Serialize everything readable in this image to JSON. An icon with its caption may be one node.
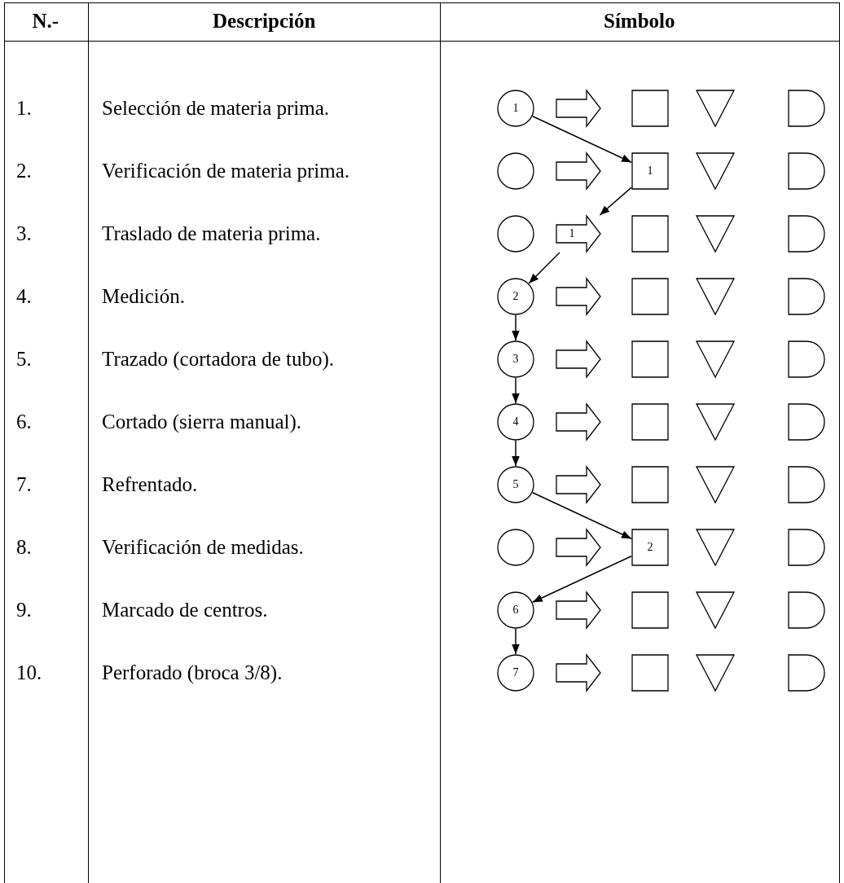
{
  "diagram": {
    "nodes": [
      {
        "text": [
          "1"
        ]
      },
      {
        "text": [],
        "shape": "arrow"
      },
      {
        "text": [],
        "shape": "box"
      },
      {
        "text": [],
        "shape": "triangle"
      },
      {
        "text": [],
        "shape": "semicircle"
      },
      {
        "text": [],
        "shape": "circle"
      },
      {
        "text": [],
        "shape": "arrow"
      },
      {
        "text": [
          "1"
        ]
      },
      {
        "text": [],
        "shape": "triangle"
      },
      {
        "text": [],
        "shape": "semicircle"
      },
      {
        "text": [],
        "shape": "circle"
      },
      {
        "text": [
          "1"
        ]
      },
      {
        "text": [],
        "shape": "box"
      },
      {
        "text": [],
        "shape": "triangle"
      },
      {
        "text": [],
        "shape": "semicircle"
      },
      {
        "text": [
          "2"
        ]
      },
      {
        "text": [],
        "shape": "arrow"
      },
      {
        "text": [],
        "shape": "box"
      },
      {
        "text": [],
        "shape": "triangle"
      },
      {
        "text": [],
        "shape": "semicircle"
      },
      {
        "text": [
          "3"
        ]
      },
      {
        "text": [],
        "shape": "arrow"
      },
      {
        "text": [],
        "shape": "box"
      },
      {
        "text": [],
        "shape": "triangle"
      },
      {
        "text": [],
        "shape": "semicircle"
      },
      {
        "text": [
          "4"
        ]
      },
      {
        "text": [],
        "shape": "arrow"
      },
      {
        "text": [],
        "shape": "box"
      },
      {
        "text": [],
        "shape": "triangle"
      },
      {
        "text": [],
        "shape": "semicircle"
      },
      {
        "text": [
          "5"
        ]
      },
      {
        "text": [],
        "shape": "arrow"
      },
      {
        "text": [],
        "shape": "box"
      },
      {
        "text": [],
        "shape": "triangle"
      },
      {
        "text": [],
        "shape": "semicircle"
      },
      {
        "text": [],
        "shape": "circle"
      },
      {
        "text": [],
        "shape": "arrow"
      },
      {
        "text": [
          "2"
        ]
      },
      {
        "text": [],
        "shape": "triangle"
      },
      {
        "text": [],
        "shape": "semicircle"
      },
      {
        "text": [
          "6"
        ]
      },
      {
        "text": [],
        "shape": "arrow"
      },
      {
        "text": [],
        "shape": "box"
      },
      {
        "text": [],
        "shape": "triangle"
      },
      {
        "text": [],
        "shape": "semicircle"
      },
      {
        "text": [
          "7"
        ]
      },
      {
        "text": [],
        "shape": "arrow"
      },
      {
        "text": [],
        "shape": "box"
      },
      {
        "text": [],
        "shape": "triangle"
      },
      {
        "text": [],
        "shape": "semicircle"
      }
    ],
    "edges": [
      {
        "from": 0,
        "to": 7,
        "arrow": "to"
      },
      {
        "from": 7,
        "to": 11,
        "arrow": "to"
      },
      {
        "from": 11,
        "to": 15,
        "arrow": "to"
      },
      {
        "from": 15,
        "to": 20,
        "arrow": "to"
      },
      {
        "from": 20,
        "to": 25,
        "arrow": "to"
      },
      {
        "from": 25,
        "to": 30,
        "arrow": "to"
      },
      {
        "from": 30,
        "to": 37,
        "arrow": "to"
      },
      {
        "from": 37,
        "to": 40,
        "arrow": "to"
      },
      {
        "from": 40,
        "to": 45,
        "arrow": "to"
      }
    ],
    "labels": [
      "N.-",
      "Descripción",
      "Símbolo",
      "1.",
      "Selección de materia prima.",
      "2.",
      "Verificación de materia prima.",
      "3.",
      "Traslado de materia prima.",
      "4.",
      "Medición.",
      "5.",
      "Trazado (cortadora de tubo).",
      "6.",
      "Cortado (sierra manual).",
      "7.",
      "Refrentado.",
      "8.",
      "Verificación de medidas.",
      "9.",
      "Marcado de centros.",
      "10.",
      "Perforado (broca 3/8)."
    ]
  }
}
